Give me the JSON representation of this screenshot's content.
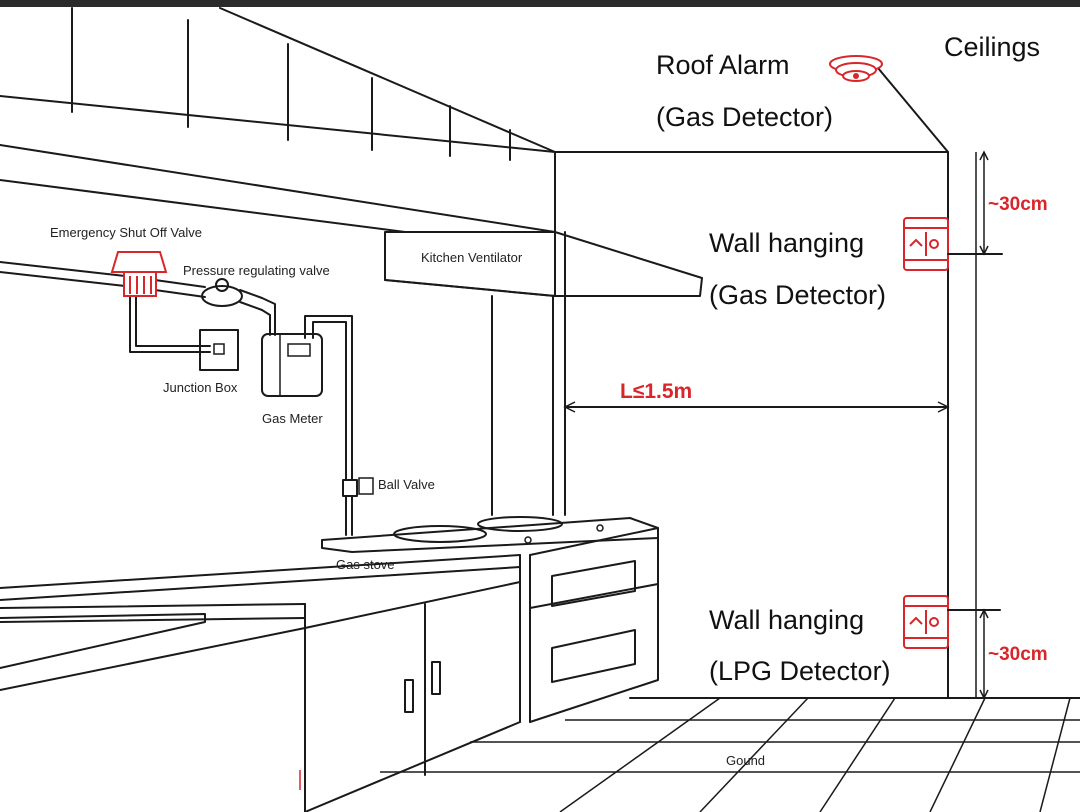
{
  "labels": {
    "roof_alarm": "Roof Alarm",
    "roof_alarm_sub": "(Gas Detector)",
    "ceilings": "Ceilings",
    "wall_hanging_gas": "Wall hanging",
    "wall_hanging_gas_sub": "(Gas Detector)",
    "wall_hanging_lpg": "Wall hanging",
    "wall_hanging_lpg_sub": "(LPG Detector)",
    "emergency_valve": "Emergency Shut Off Valve",
    "pressure_valve": "Pressure regulating valve",
    "junction_box": "Junction Box",
    "gas_meter": "Gas Meter",
    "kitchen_ventilator": "Kitchen Ventilator",
    "ball_valve": "Ball Valve",
    "gas_stove": "Gas stove",
    "ground": "Gound"
  },
  "measurements": {
    "distance": "L≤1.5m",
    "top_offset": "~30cm",
    "bottom_offset": "~30cm"
  },
  "colors": {
    "accent": "#d8262b",
    "line": "#1a1a1a",
    "background": "#ffffff"
  }
}
